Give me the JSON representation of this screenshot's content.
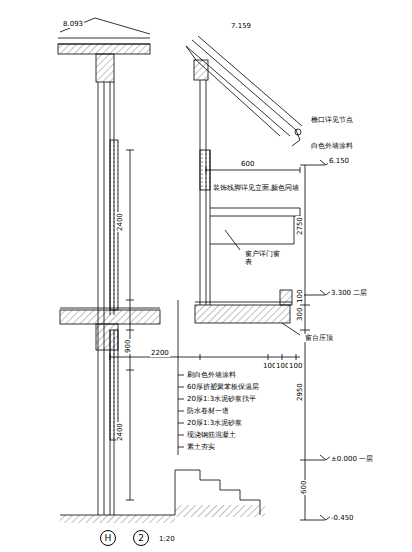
{
  "diagram": {
    "nodes": [
      {
        "text": [
          "H"
        ]
      },
      {
        "text": [
          "2"
        ]
      }
    ],
    "labels": [
      "8.093",
      "7.159",
      "600",
      "6.150",
      "2750",
      "2400",
      "900",
      "2400",
      "3.300 二层",
      "100",
      "300",
      "2200",
      "100",
      "100",
      "100",
      "2950",
      "±0.000 一层",
      "600",
      "-0.450",
      "1:20",
      "装饰线脚详见立面,颜色同墙",
      "窗户详门窗表",
      "檐口详见节点",
      "白色外墙涂料",
      "窗台压顶",
      "刷白色外墙涂料",
      "60厚挤塑聚苯板保温层",
      "20厚1:3水泥砂浆找平",
      "防水卷材一道",
      "20厚1:3水泥砂浆",
      "现浇钢筋混凝土",
      "素土夯实"
    ]
  }
}
